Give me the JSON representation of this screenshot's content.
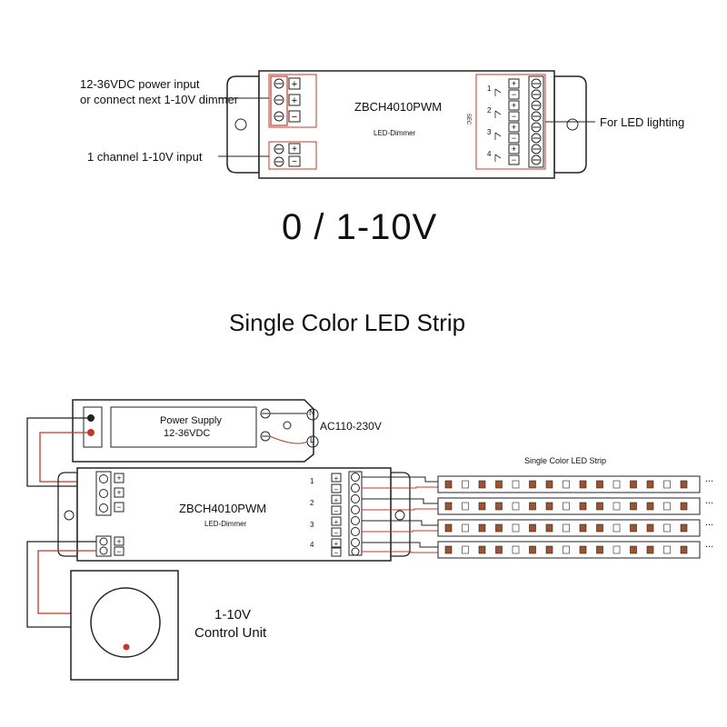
{
  "top_device": {
    "model": "ZBCH4010PWM",
    "subtitle": "LED-Dimmer",
    "power_label_line1": "12-36VDC power input",
    "power_label_line2": "or connect next 1-10V dimmer",
    "input_label": "1 channel 1-10V input",
    "output_label": "For LED lighting",
    "channels": [
      "1",
      "2",
      "3",
      "4"
    ],
    "sec_text": "SEC",
    "plus": "+",
    "minus": "−"
  },
  "heading_signal": "0 / 1-10V",
  "heading_strip": "Single Color LED Strip",
  "bottom_diagram": {
    "power_supply_line1": "Power Supply",
    "power_supply_line2": "12-36VDC",
    "n_label": "N",
    "l_label": "L",
    "ac_label": "AC110-230V",
    "model": "ZBCH4010PWM",
    "subtitle": "LED-Dimmer",
    "strip_label": "Single Color LED Strip",
    "control_line1": "1-10V",
    "control_line2": "Control Unit",
    "channels": [
      "1",
      "2",
      "3",
      "4"
    ],
    "ellipsis": "..."
  },
  "colors": {
    "line": "#222222",
    "red_wire": "#c0392b",
    "led": "#a0522d"
  }
}
